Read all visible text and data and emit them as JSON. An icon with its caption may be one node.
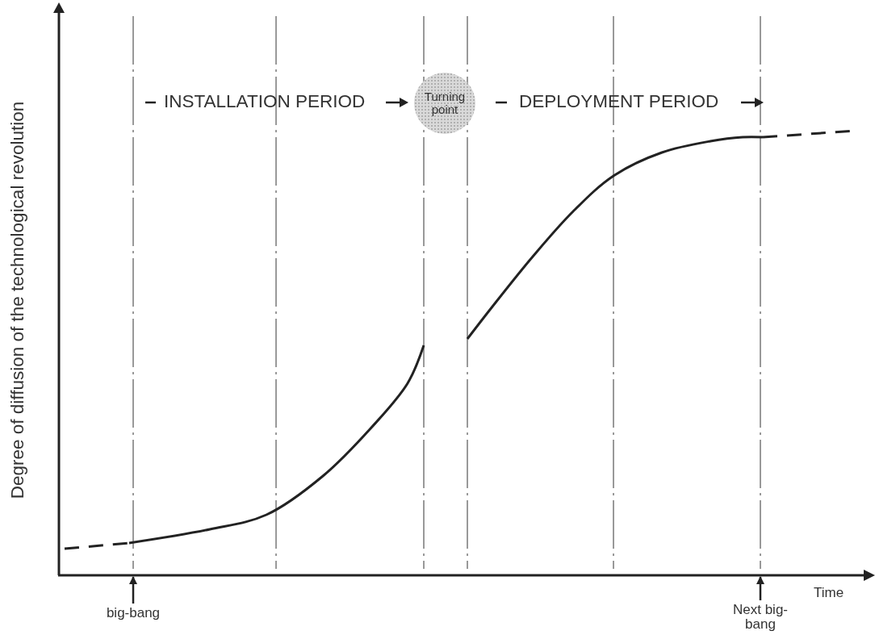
{
  "diagram": {
    "nodes": [
      {
        "text": [
          "Turning point"
        ]
      },
      {
        "text": [
          "big-bang"
        ]
      },
      {
        "text": [
          "Next big-bang"
        ]
      },
      {
        "text": [],
        "shape": "bar"
      }
    ],
    "edges": [
      {
        "from": 1,
        "to": 3,
        "arrow": "to"
      },
      {
        "from": 2,
        "to": 3,
        "arrow": "to"
      }
    ],
    "labels": [
      "INSTALLATION PERIOD",
      "DEPLOYMENT PERIOD",
      "Time",
      "Degree of diffusion of the technological revolution"
    ]
  }
}
